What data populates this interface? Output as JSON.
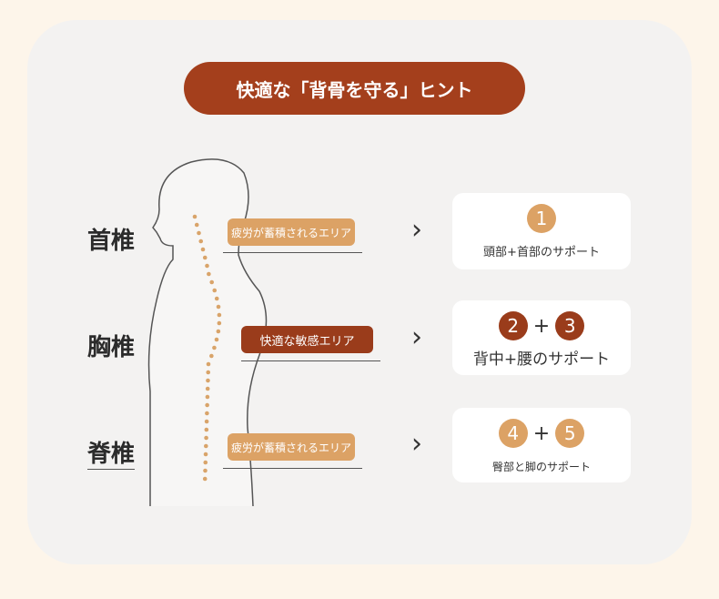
{
  "title": "快適な「背骨を守る」ヒント",
  "regions": [
    {
      "label": "首椎",
      "tag": "疲労が蓄積されるエリア",
      "tag_style": "tan"
    },
    {
      "label": "胸椎",
      "tag": "快適な敏感エリア",
      "tag_style": "dark"
    },
    {
      "label": "脊椎",
      "tag": "疲労が蓄積されるエリア",
      "tag_style": "tan"
    }
  ],
  "supports": [
    {
      "numbers": [
        "1"
      ],
      "text": "頭部+首部のサポート"
    },
    {
      "numbers": [
        "2",
        "3"
      ],
      "plus": "+",
      "text": "背中+腰のサポート"
    },
    {
      "numbers": [
        "4",
        "5"
      ],
      "plus": "+",
      "text": "臀部と脚のサポート"
    }
  ],
  "colors": {
    "tan": "#dca265",
    "dark": "#9a3c1b",
    "title": "#a43f1c"
  }
}
